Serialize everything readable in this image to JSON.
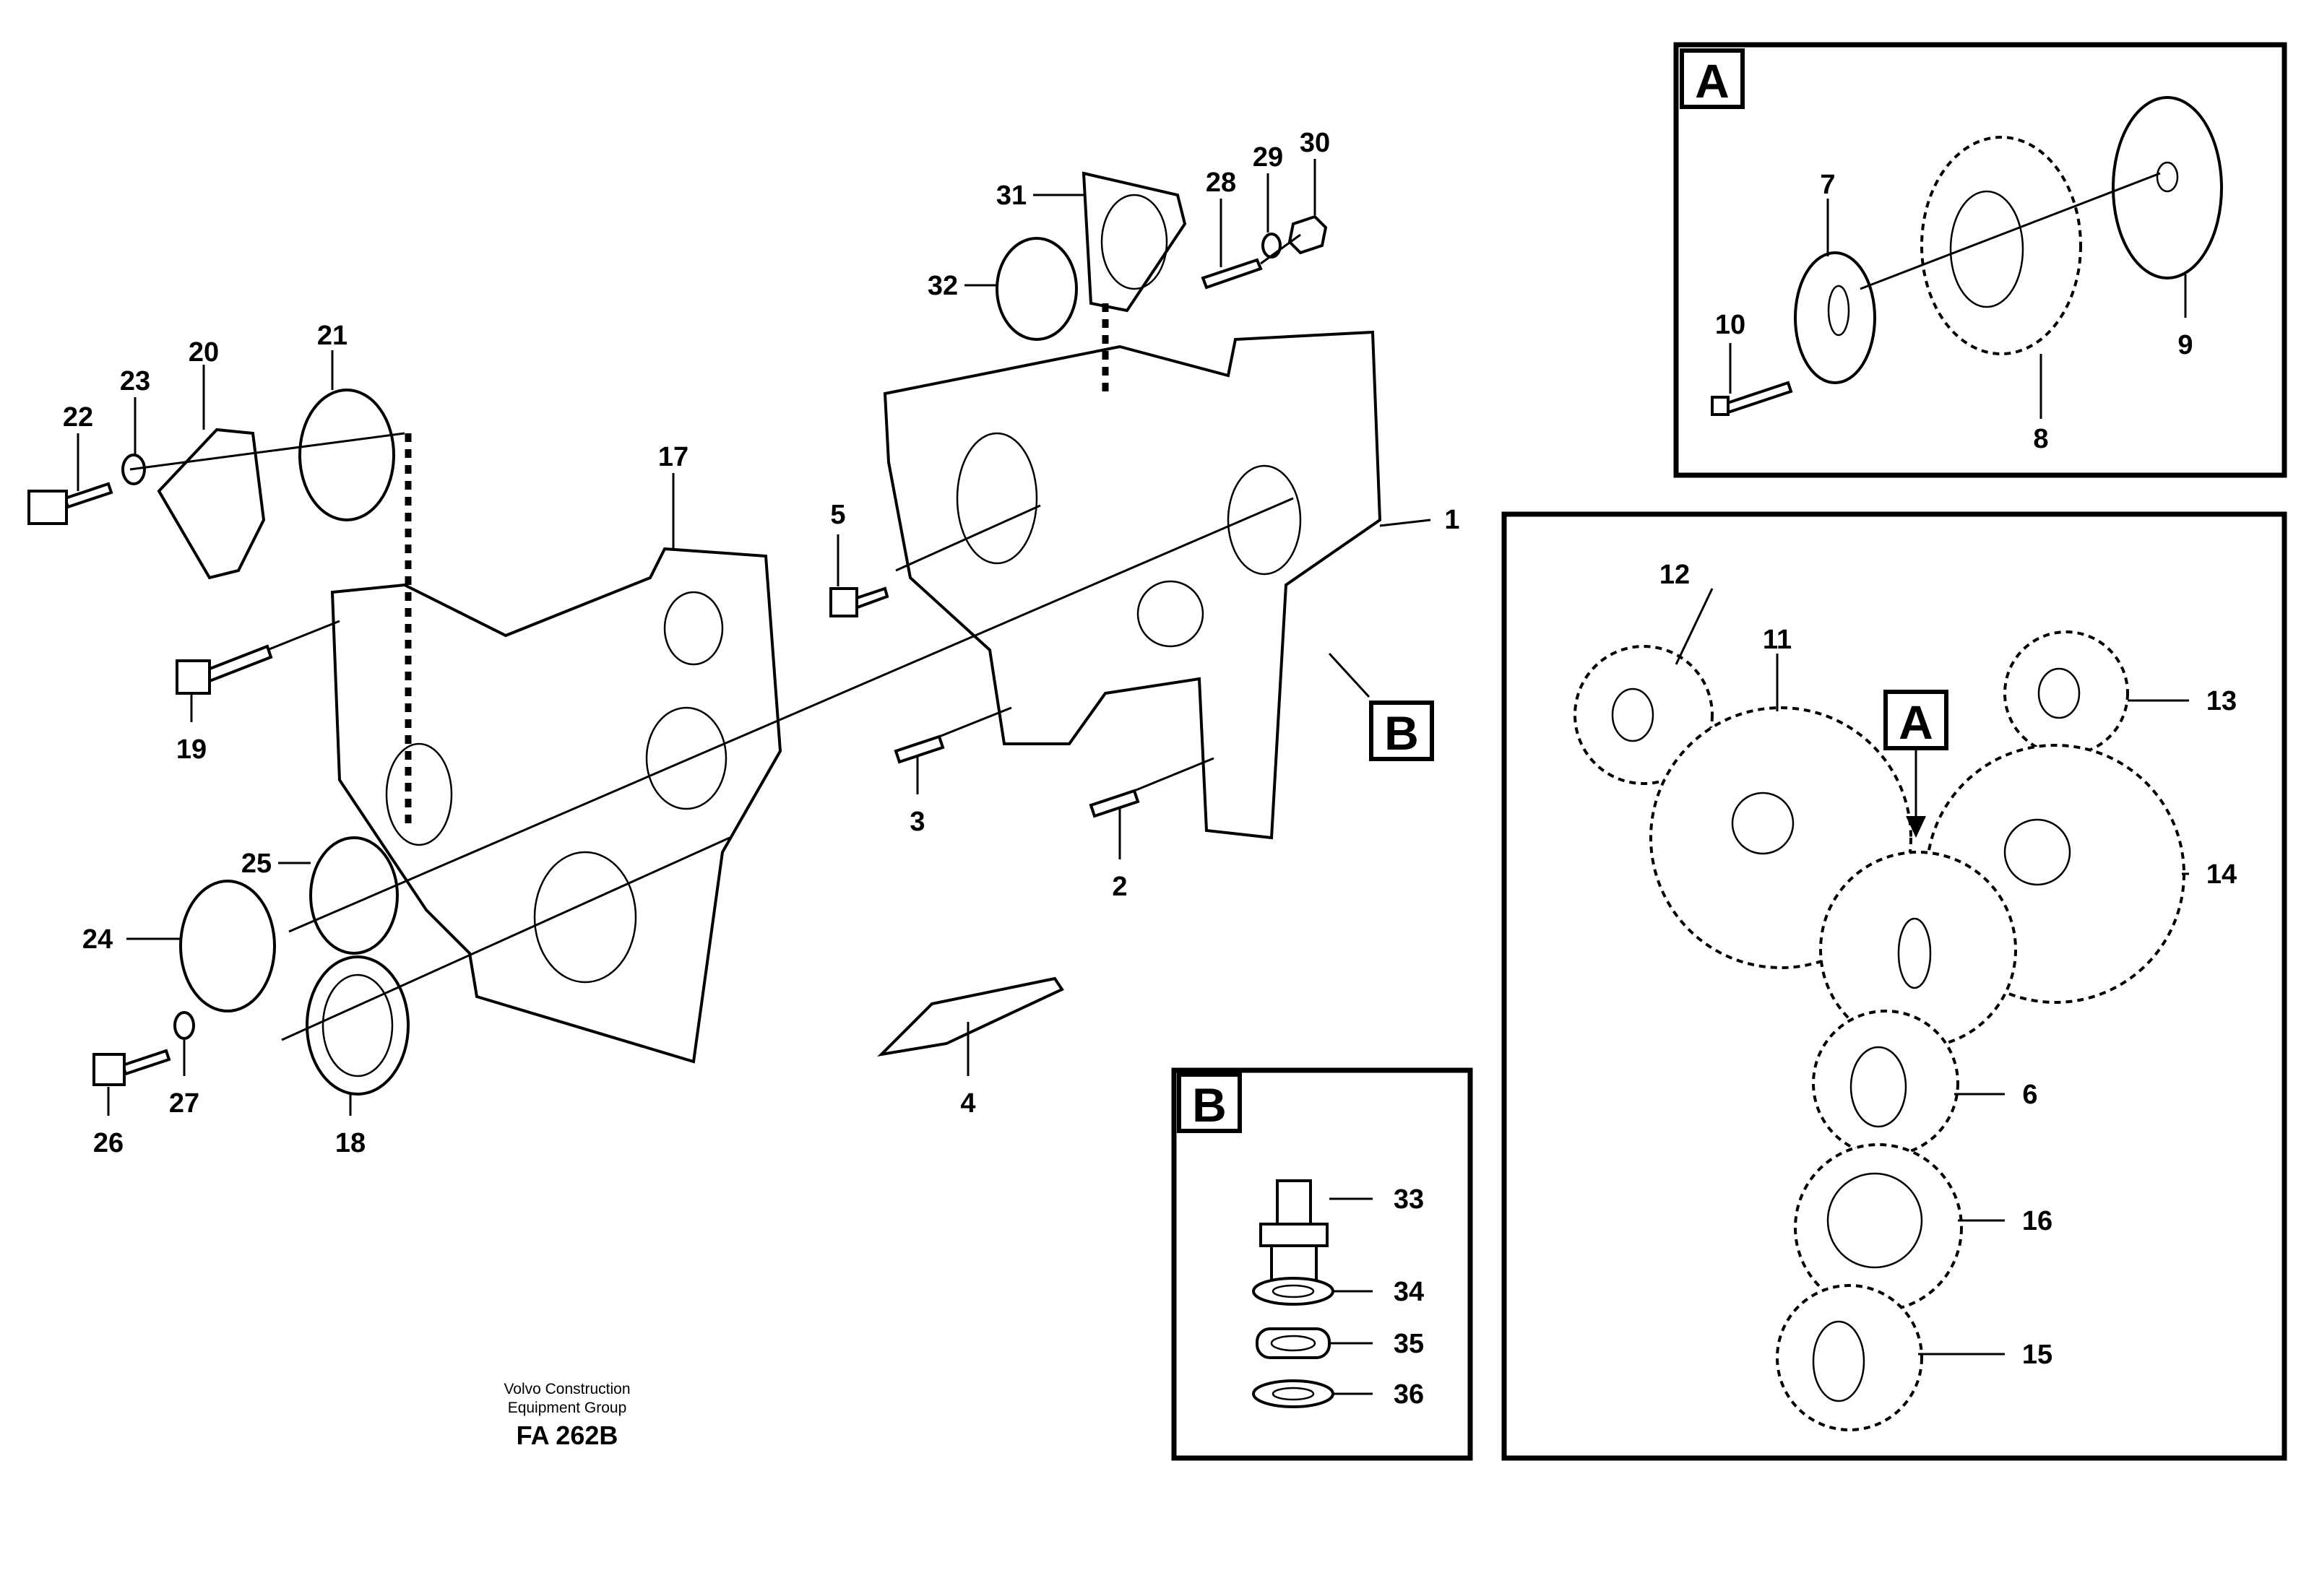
{
  "callouts": {
    "n1": "1",
    "n2": "2",
    "n3": "3",
    "n4": "4",
    "n5": "5",
    "n6": "6",
    "n7": "7",
    "n8": "8",
    "n9": "9",
    "n10": "10",
    "n11": "11",
    "n12": "12",
    "n13": "13",
    "n14": "14",
    "n15": "15",
    "n16": "16",
    "n17": "17",
    "n18": "18",
    "n19": "19",
    "n20": "20",
    "n21": "21",
    "n22": "22",
    "n23": "23",
    "n24": "24",
    "n25": "25",
    "n26": "26",
    "n27": "27",
    "n28": "28",
    "n29": "29",
    "n30": "30",
    "n31": "31",
    "n32": "32",
    "n33": "33",
    "n34": "34",
    "n35": "35",
    "n36": "36"
  },
  "detail_refs": {
    "a_box": "A",
    "a_gear_ref": "A",
    "b_box": "B",
    "b_main_ref": "B"
  },
  "footer": {
    "line1": "Volvo Construction",
    "line2": "Equipment Group",
    "code": "FA 262B"
  }
}
